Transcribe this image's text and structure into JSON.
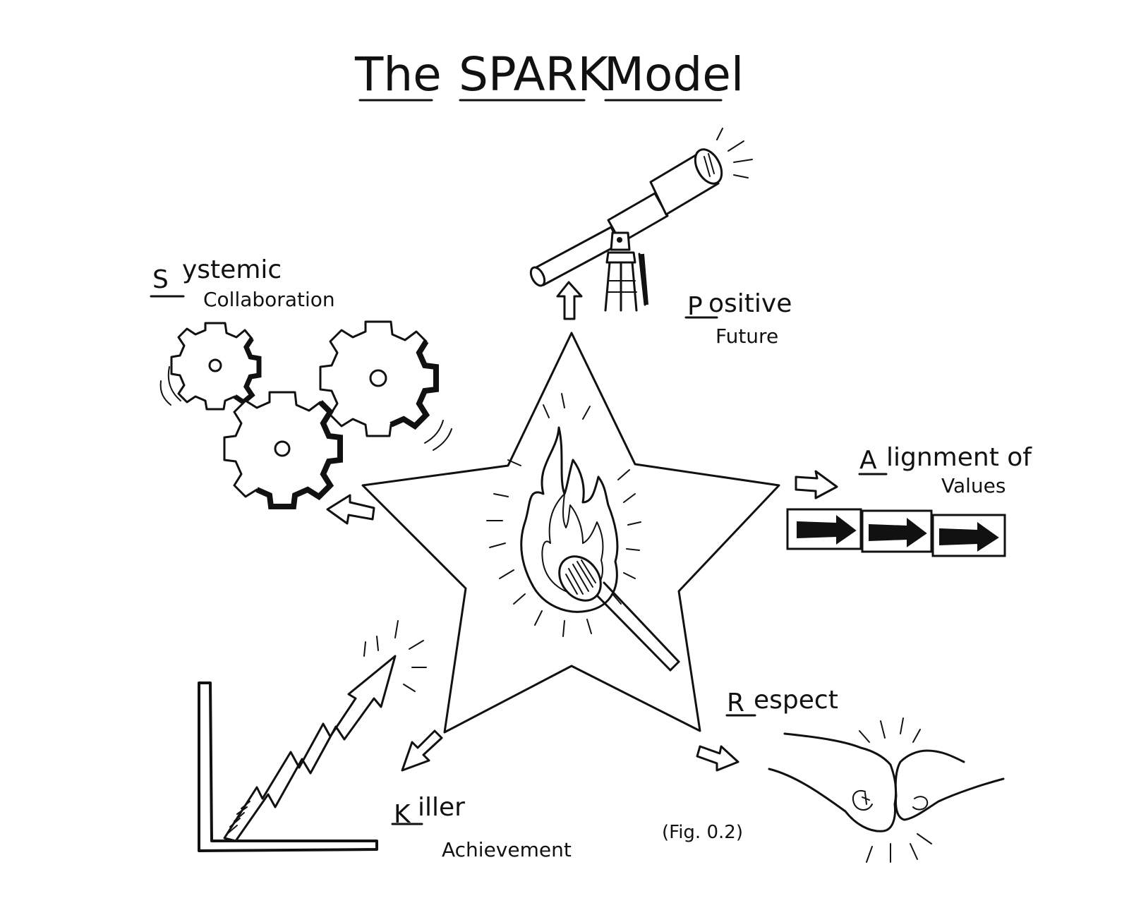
{
  "title": {
    "word1": "The",
    "word2": "SPARK",
    "word3": "Model"
  },
  "sections": {
    "systemic": {
      "line1": "Systemic",
      "line2": "Collaboration",
      "icon": "gears-icon"
    },
    "positive": {
      "line1": "Positive",
      "line2": "Future",
      "icon": "telescope-icon"
    },
    "alignment": {
      "line1": "Alignment of",
      "line2": "Values",
      "icon": "aligned-arrows-icon"
    },
    "respect": {
      "line1": "Respect",
      "icon": "fist-bump-icon"
    },
    "killer": {
      "line1": "Killer",
      "line2": "Achievement",
      "icon": "rising-chart-icon"
    }
  },
  "center": {
    "icon": "star-with-lit-match-icon"
  },
  "caption": "(Fig. 0.2)"
}
